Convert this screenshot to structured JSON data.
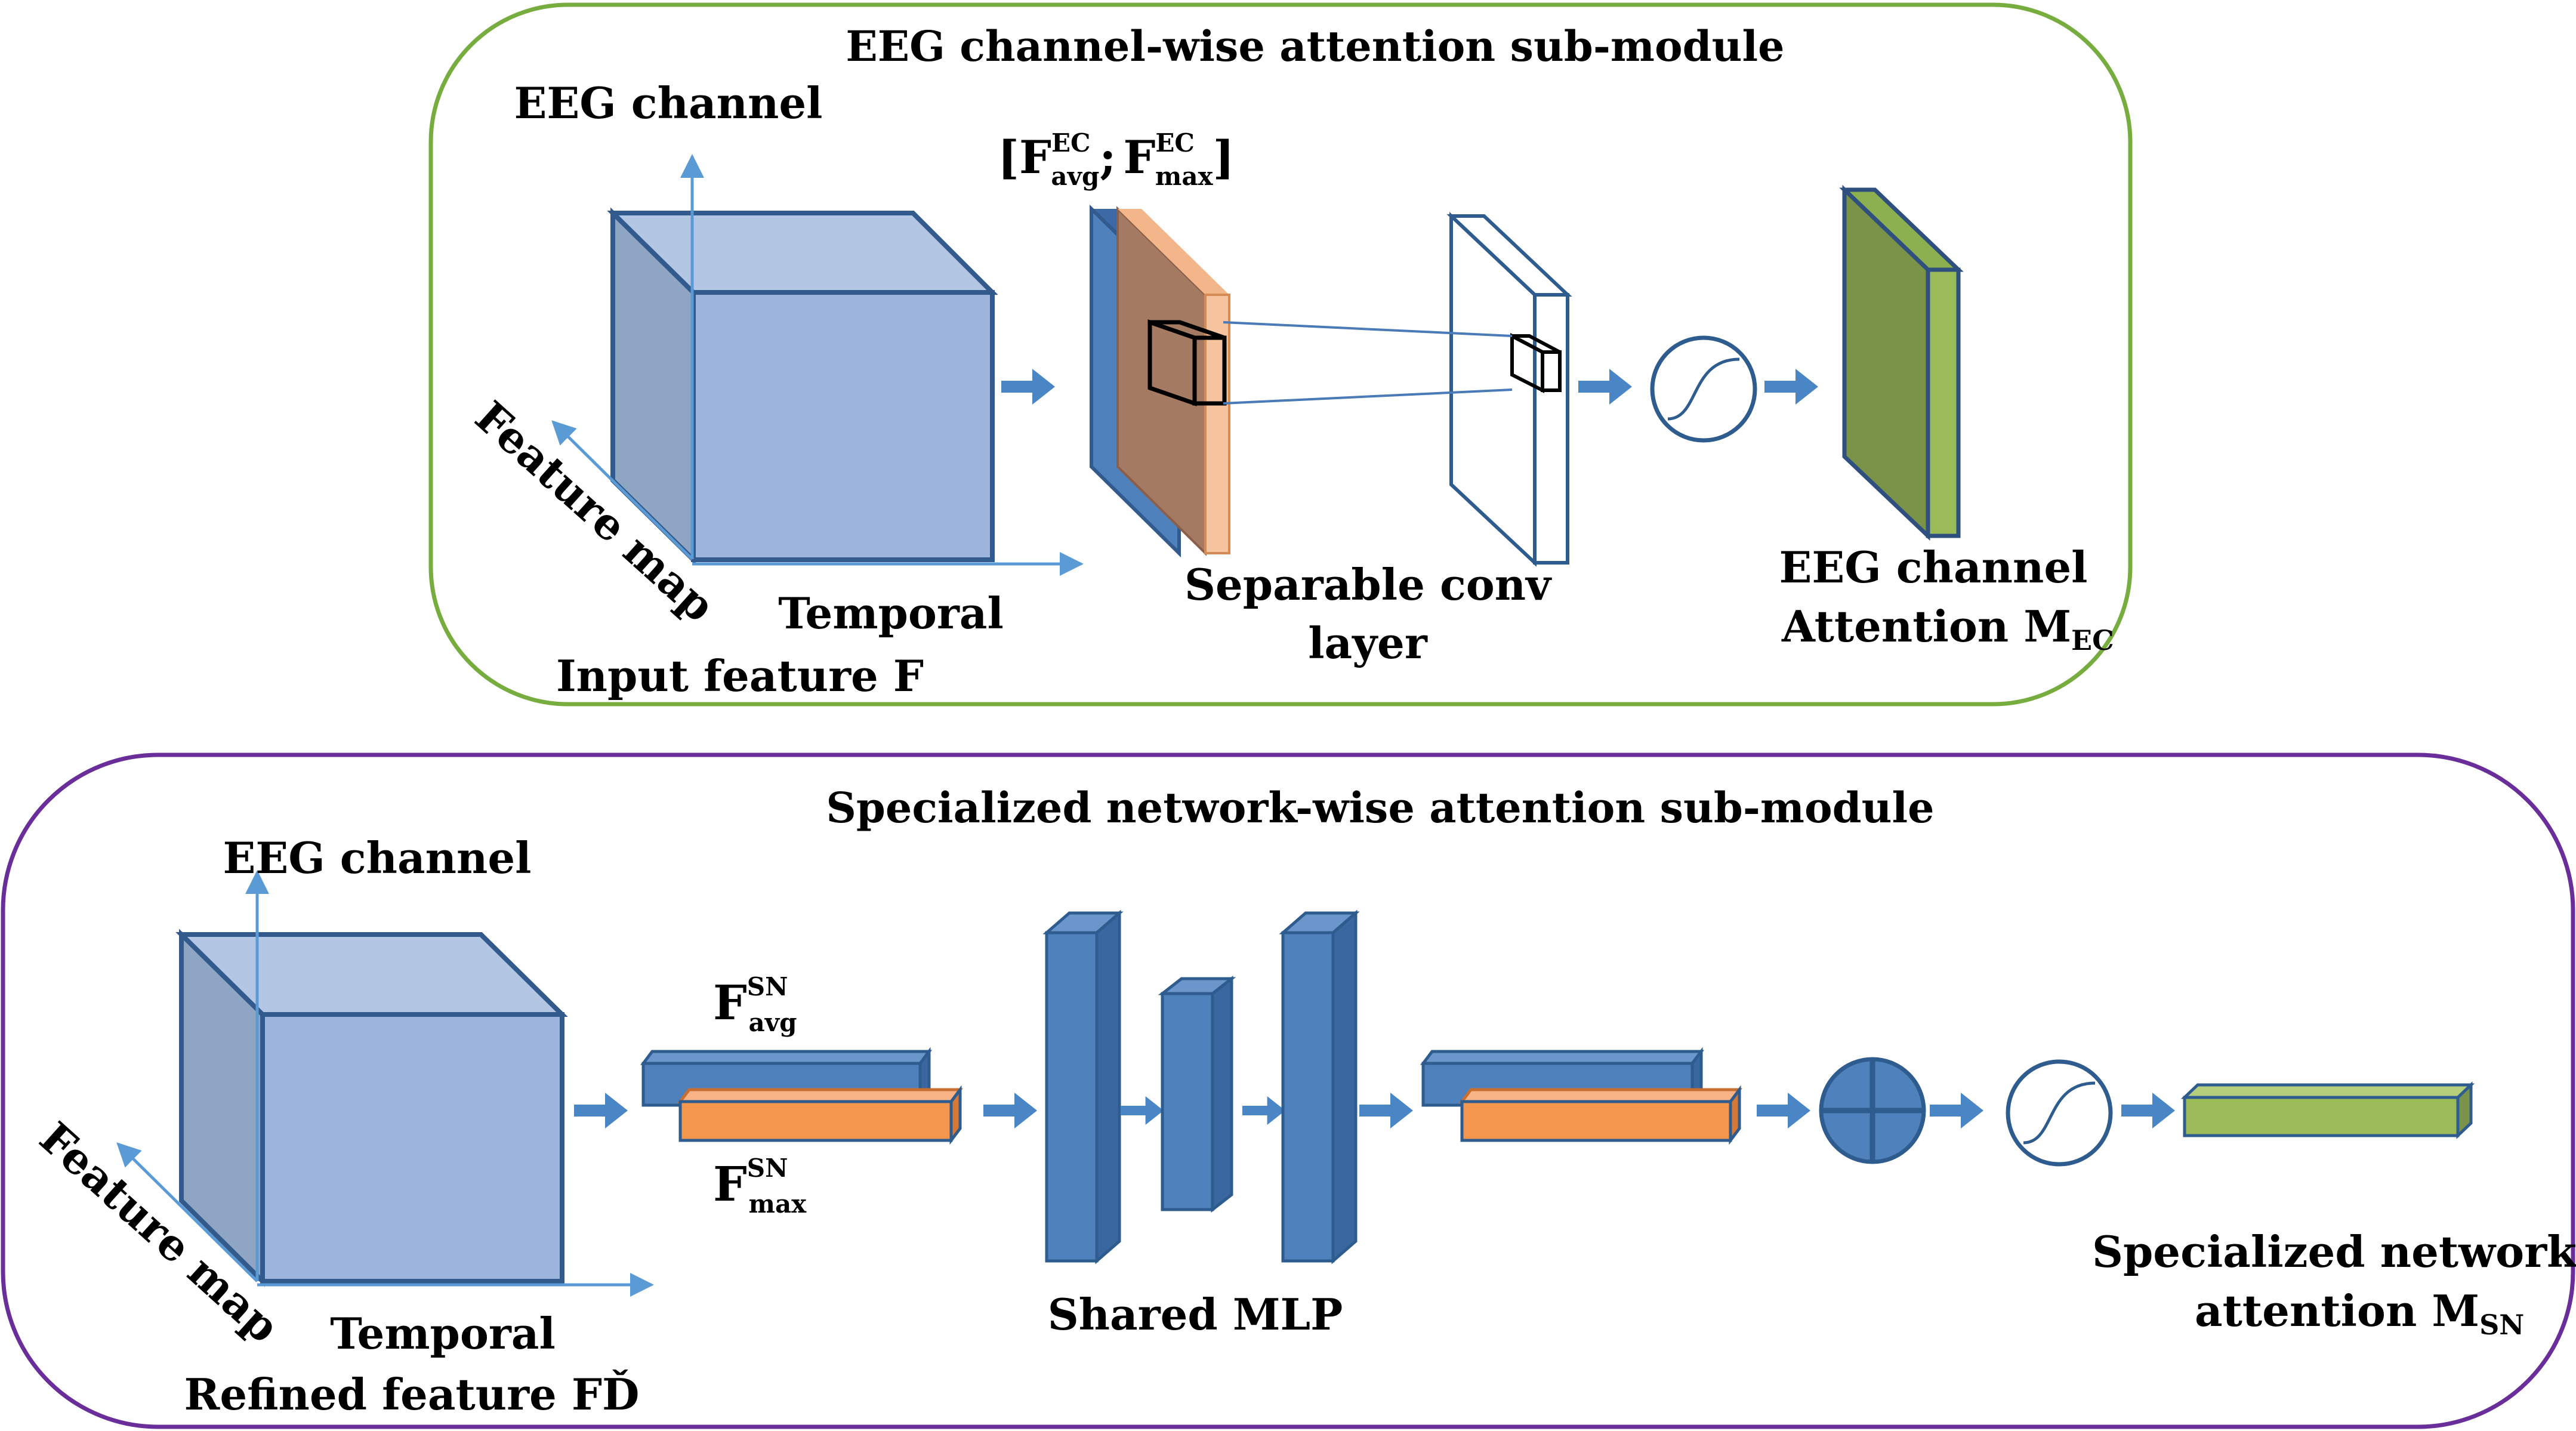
{
  "top_module": {
    "title": "EEG channel-wise attention sub-module",
    "axis_eeg_channel": "EEG channel",
    "axis_feature_map": "Feature map",
    "axis_temporal": "Temporal",
    "input_label": "Input feature F",
    "pooled": {
      "open": "[",
      "f1_base": "F",
      "f1_sup": "EC",
      "f1_sub": "avg",
      "sep": ";",
      "f2_base": "F",
      "f2_sup": "EC",
      "f2_sub": "max",
      "close": "]"
    },
    "conv_line1": "Separable conv",
    "conv_line2": "layer",
    "out_line1": "EEG channel",
    "out_line2_base": "Attention M",
    "out_line2_sub": "EC"
  },
  "bottom_module": {
    "title": "Specialized network-wise attention sub-module",
    "axis_eeg_channel": "EEG channel",
    "axis_feature_map": "Feature map",
    "axis_temporal": "Temporal",
    "input_label": "Refined feature FĎ",
    "favg": {
      "base": "F",
      "sup": "SN",
      "sub": "avg"
    },
    "fmax": {
      "base": "F",
      "sup": "SN",
      "sub": "max"
    },
    "mlp_label": "Shared MLP",
    "out_line1": "Specialized network",
    "out_line2_base": "attention M",
    "out_line2_sub": "SN"
  },
  "colors": {
    "top_border": "#77ac3f",
    "bottom_border": "#6a2e9b",
    "cube_front": "#9db5dc",
    "cube_side": "#8ea5c4",
    "cube_top": "#b3c6e4",
    "cube_stroke": "#325a8c",
    "axis": "#5b9bd5",
    "arrow": "#4a86c5",
    "bar_blue": "#4f81bd",
    "bar_orange": "#f5964f",
    "bar_green": "#9bbb59",
    "brown": "#a57a62",
    "peach": "#f6c49f",
    "sigmoid_stroke": "#2f5c8f",
    "plus_fill": "#4f81bd"
  },
  "icons": [
    "sigmoid-icon",
    "plus-circle-icon",
    "arrow-icon"
  ]
}
